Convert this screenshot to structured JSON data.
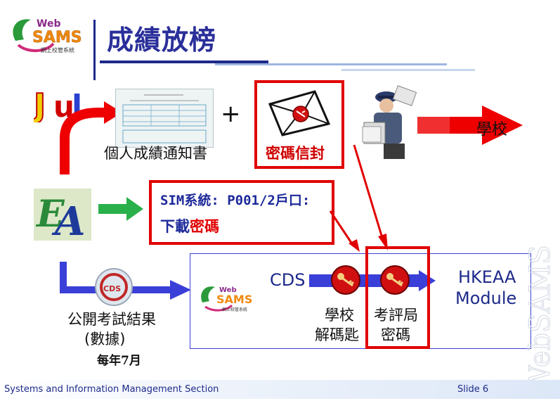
{
  "title": "成績放榜",
  "logo": {
    "web": "Web",
    "sams": "SAMS",
    "subtitle": "網上校管系統"
  },
  "watermark": "WebSAMS",
  "flow_top": {
    "plus": "+",
    "report_label": "個人成績通知書",
    "envelope_label": "密碼信封",
    "school_label": "學校"
  },
  "sim": {
    "line1": "SIM系統: P001/2戶口:",
    "line2_a": "下載",
    "line2_b": "密碼"
  },
  "bottom": {
    "cds_badge": "CDS",
    "exam_results_line1": "公開考試結果",
    "exam_results_line2": "(數據)",
    "annual": "每年7月",
    "cds_label": "CDS",
    "school_key_line1": "學校",
    "school_key_line2": "解碼匙",
    "hkeaa_key_line1": "考評局",
    "hkeaa_key_line2": "密碼",
    "hkeaa_module_line1": "HKEAA",
    "hkeaa_module_line2": "Module"
  },
  "footer": {
    "left": "Systems and Information Management Section",
    "right": "Slide 6"
  },
  "colors": {
    "red": "#e00000",
    "blue": "#3a3fd8",
    "green": "#2ab04a",
    "title": "#2a2f9a"
  }
}
